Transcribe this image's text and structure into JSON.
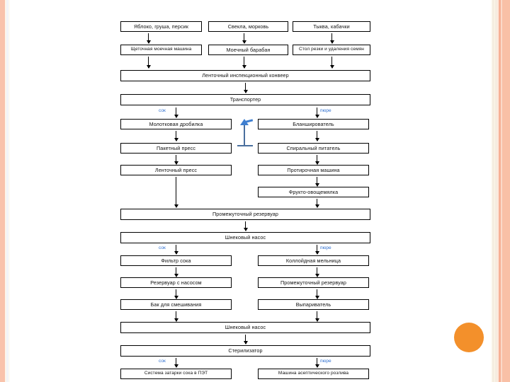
{
  "slide": {
    "background_color": "#ffffff",
    "accent_color": "#f3902b",
    "border_stripe_colors": [
      "#f9c3ab",
      "#fdf6ea",
      "#f2f4f8",
      "#fdfbf3"
    ]
  },
  "decorations": {
    "orange_circle_name": "orange-circle-decoration",
    "left_stripe_name": "left-border-stripes",
    "right_stripe_name": "right-border-stripes"
  },
  "chart_data": {
    "type": "flowchart",
    "title": "",
    "orientation": "top-to-bottom",
    "branch_labels": {
      "juice": "сок",
      "puree": "пюре"
    },
    "branch_label_color": "#2f6fd0",
    "nodes": [
      {
        "id": "n1",
        "label": "Яблоко, груша, персик"
      },
      {
        "id": "n2",
        "label": "Свекла, морковь"
      },
      {
        "id": "n3",
        "label": "Тыква, кабачки"
      },
      {
        "id": "n4",
        "label": "Щеточная моечная машина"
      },
      {
        "id": "n5",
        "label": "Моечный барабан"
      },
      {
        "id": "n6",
        "label": "Стол резки и удаления семян"
      },
      {
        "id": "n7",
        "label": "Ленточный инспекционный конвеер"
      },
      {
        "id": "n8",
        "label": "Транспортер"
      },
      {
        "id": "n9",
        "label": "Молотковая дробилка"
      },
      {
        "id": "n10",
        "label": "Бланширователь"
      },
      {
        "id": "n11",
        "label": "Пакетный пресс"
      },
      {
        "id": "n12",
        "label": "Спиральный питатель"
      },
      {
        "id": "n13",
        "label": "Ленточный пресс"
      },
      {
        "id": "n14",
        "label": "Протирочная машина"
      },
      {
        "id": "n15",
        "label": "Фрукто-овощемялка"
      },
      {
        "id": "n16",
        "label": "Промежуточный резервуар"
      },
      {
        "id": "n17",
        "label": "Шнековый насос"
      },
      {
        "id": "n18",
        "label": "Фильтр сока"
      },
      {
        "id": "n19",
        "label": "Коллойдная мельница"
      },
      {
        "id": "n20",
        "label": "Резервуар с насосом"
      },
      {
        "id": "n21",
        "label": "Промежуточный резервуар"
      },
      {
        "id": "n22",
        "label": "Бак для смешивания"
      },
      {
        "id": "n23",
        "label": "Выпариватель"
      },
      {
        "id": "n24",
        "label": "Шнековый насос"
      },
      {
        "id": "n25",
        "label": "Стерилизатор"
      },
      {
        "id": "n26",
        "label": "Система затарки сока в ПЭТ"
      },
      {
        "id": "n27",
        "label": "Машина асептического розлива"
      }
    ],
    "edges": [
      {
        "from": "n1",
        "to": "n4"
      },
      {
        "from": "n2",
        "to": "n5"
      },
      {
        "from": "n3",
        "to": "n6"
      },
      {
        "from": "n4",
        "to": "n7"
      },
      {
        "from": "n5",
        "to": "n7"
      },
      {
        "from": "n6",
        "to": "n7"
      },
      {
        "from": "n7",
        "to": "n8"
      },
      {
        "from": "n8",
        "to": "n9",
        "label": "сок"
      },
      {
        "from": "n8",
        "to": "n10",
        "label": "пюре"
      },
      {
        "from": "n9",
        "to": "n11"
      },
      {
        "from": "n10",
        "to": "n12"
      },
      {
        "from": "n11",
        "to": "n13"
      },
      {
        "from": "n12",
        "to": "n14"
      },
      {
        "from": "n14",
        "to": "n15"
      },
      {
        "from": "n13",
        "to": "n16"
      },
      {
        "from": "n15",
        "to": "n16"
      },
      {
        "from": "n16",
        "to": "n17"
      },
      {
        "from": "n17",
        "to": "n18",
        "label": "сок"
      },
      {
        "from": "n17",
        "to": "n19",
        "label": "пюре"
      },
      {
        "from": "n18",
        "to": "n20"
      },
      {
        "from": "n19",
        "to": "n21"
      },
      {
        "from": "n20",
        "to": "n22"
      },
      {
        "from": "n21",
        "to": "n23"
      },
      {
        "from": "n22",
        "to": "n24"
      },
      {
        "from": "n23",
        "to": "n24"
      },
      {
        "from": "n24",
        "to": "n25"
      },
      {
        "from": "n25",
        "to": "n26",
        "label": "сок"
      },
      {
        "from": "n25",
        "to": "n27",
        "label": "пюре"
      },
      {
        "from": "n11",
        "to": "n10",
        "style": "blue-elbow",
        "note": "возврат на бланширователь"
      }
    ]
  }
}
